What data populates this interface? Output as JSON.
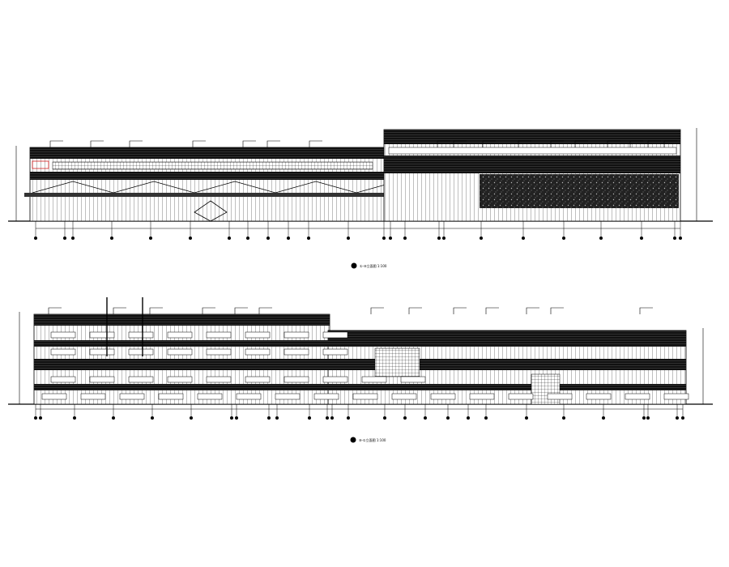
{
  "elevations": [
    {
      "id": "elevation-1",
      "title_text": "①-⑩立面图 1:100"
    },
    {
      "id": "elevation-2",
      "title_text": "⑩-①立面图 1:100"
    }
  ],
  "colors": {
    "ink": "#000000",
    "paper": "#ffffff",
    "glass": "#f4f4f4",
    "hatch": "#1a1a1a"
  }
}
